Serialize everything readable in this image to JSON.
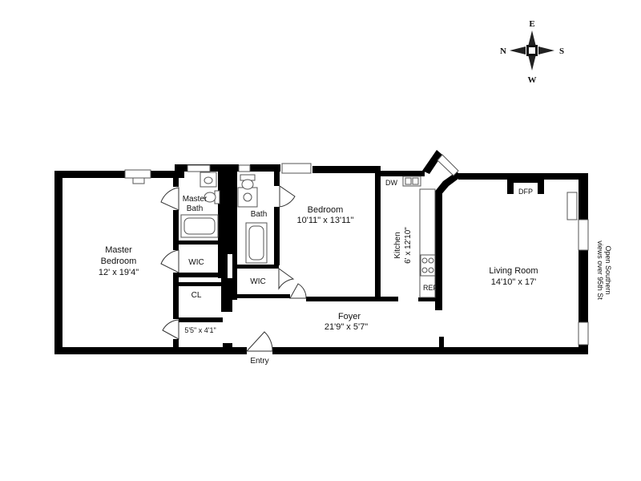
{
  "compass": {
    "north": "N",
    "east": "E",
    "south": "S",
    "west": "W"
  },
  "rooms": {
    "master_bedroom": {
      "name_line1": "Master",
      "name_line2": "Bedroom",
      "dims": "12' x 19'4\""
    },
    "master_bath": {
      "name_line1": "Master",
      "name_line2": "Bath"
    },
    "bath": {
      "name": "Bath"
    },
    "wic_1": {
      "name": "WIC"
    },
    "wic_2": {
      "name": "WIC"
    },
    "closet": {
      "name": "CL"
    },
    "entry_closet": {
      "dims": "5'5\" x 4'1\""
    },
    "bedroom": {
      "name": "Bedroom",
      "dims": "10'11\" x 13'11\""
    },
    "kitchen": {
      "name": "Kitchen",
      "dims": "6' x 12'10\""
    },
    "living_room": {
      "name": "Living Room",
      "dims": "14'10\" x 17'"
    },
    "foyer": {
      "name": "Foyer",
      "dims": "21'9\" x 5'7\""
    }
  },
  "fixtures": {
    "dishwasher": "DW",
    "refrigerator": "REF",
    "fireplace": "DFP"
  },
  "labels": {
    "entry": "Entry",
    "view_line1": "Open Southern",
    "view_line2": "views over 95th St"
  }
}
